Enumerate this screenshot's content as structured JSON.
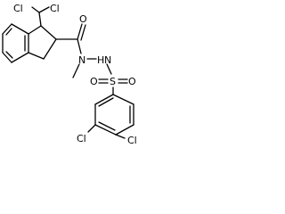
{
  "atoms": {
    "cl_top_left": "Cl",
    "cl_top_right": "Cl",
    "o_carbonyl": "O",
    "n_amide": "N",
    "h_nh": "H",
    "n_nh": "N",
    "s_sulfonyl": "S",
    "o_sulfonyl_left": "O",
    "o_sulfonyl_right": "O",
    "cl_bottom_left": "Cl",
    "cl_bottom_right": "Cl"
  }
}
